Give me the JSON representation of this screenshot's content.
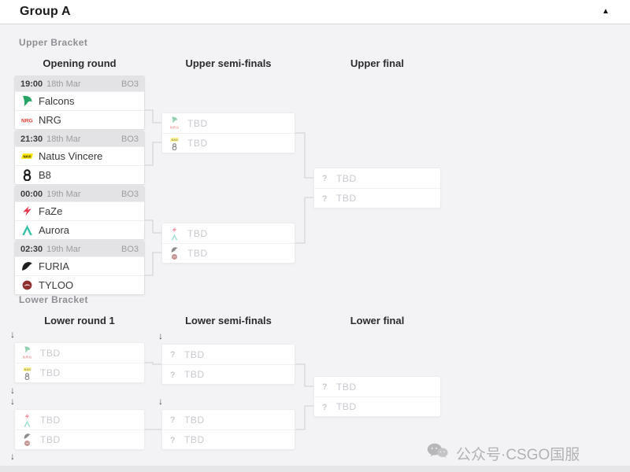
{
  "header": {
    "title": "Group A",
    "collapse_glyph": "▲"
  },
  "icons": {
    "drop_arrow_glyph": "↓",
    "collapse_icon": "chevron-up-icon",
    "tbd_icon": "question-icon",
    "watermark_icon": "wechat-icon"
  },
  "brand_colors": {
    "falcons": "#27a366",
    "nrg": "#e0392f",
    "navi": "#ffe600",
    "b8": "#1b1b1d",
    "faze": "#e8334d",
    "aurora": "#35bfa4",
    "furia": "#1d1d1f",
    "tyloo": "#8d2f2f",
    "question": "#c9c9cd",
    "wechat": "#b7b7ba"
  },
  "upper": {
    "label": "Upper Bracket",
    "columns": {
      "c1": "Opening round",
      "c2": "Upper semi-finals",
      "c3": "Upper final"
    },
    "matches": [
      {
        "time": "19:00",
        "date": "18th Mar",
        "format": "BO3",
        "team1": {
          "name": "Falcons",
          "logo": "falcons-logo"
        },
        "team2": {
          "name": "NRG",
          "logo": "nrg-logo"
        }
      },
      {
        "time": "21:30",
        "date": "18th Mar",
        "format": "BO3",
        "team1": {
          "name": "Natus Vincere",
          "logo": "navi-logo"
        },
        "team2": {
          "name": "B8",
          "logo": "b8-logo"
        }
      },
      {
        "time": "00:00",
        "date": "19th Mar",
        "format": "BO3",
        "team1": {
          "name": "FaZe",
          "logo": "faze-logo"
        },
        "team2": {
          "name": "Aurora",
          "logo": "aurora-logo"
        }
      },
      {
        "time": "02:30",
        "date": "19th Mar",
        "format": "BO3",
        "team1": {
          "name": "FURIA",
          "logo": "furia-logo"
        },
        "team2": {
          "name": "TYLOO",
          "logo": "tyloo-logo"
        }
      }
    ],
    "semis": [
      {
        "rows": [
          {
            "label": "TBD",
            "candidates": [
              "Falcons",
              "NRG"
            ]
          },
          {
            "label": "TBD",
            "candidates": [
              "Natus Vincere",
              "B8"
            ]
          }
        ]
      },
      {
        "rows": [
          {
            "label": "TBD",
            "candidates": [
              "FaZe",
              "Aurora"
            ]
          },
          {
            "label": "TBD",
            "candidates": [
              "FURIA",
              "TYLOO"
            ]
          }
        ]
      }
    ],
    "final": {
      "rows": [
        {
          "label": "TBD"
        },
        {
          "label": "TBD"
        }
      ]
    }
  },
  "lower": {
    "label": "Lower Bracket",
    "columns": {
      "c1": "Lower round 1",
      "c2": "Lower semi-finals",
      "c3": "Lower final"
    },
    "round1": [
      {
        "rows": [
          {
            "label": "TBD",
            "candidates": [
              "Falcons",
              "NRG"
            ]
          },
          {
            "label": "TBD",
            "candidates": [
              "Natus Vincere",
              "B8"
            ]
          }
        ]
      },
      {
        "rows": [
          {
            "label": "TBD",
            "candidates": [
              "FaZe",
              "Aurora"
            ]
          },
          {
            "label": "TBD",
            "candidates": [
              "FURIA",
              "TYLOO"
            ]
          }
        ]
      }
    ],
    "semis": [
      {
        "rows": [
          {
            "label": "TBD"
          },
          {
            "label": "TBD"
          }
        ]
      },
      {
        "rows": [
          {
            "label": "TBD"
          },
          {
            "label": "TBD"
          }
        ]
      }
    ],
    "final": {
      "rows": [
        {
          "label": "TBD"
        },
        {
          "label": "TBD"
        }
      ]
    }
  },
  "watermark": {
    "text": "公众号·CSGO国服"
  }
}
